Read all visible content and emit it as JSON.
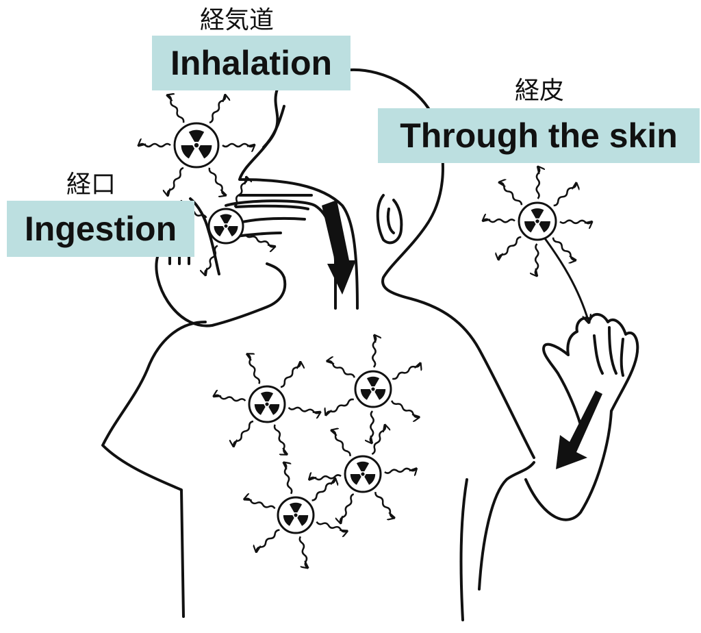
{
  "routes": {
    "inhalation": {
      "jp": "経気道",
      "en": "Inhalation"
    },
    "ingestion": {
      "jp": "経口",
      "en": "Ingestion"
    },
    "skin": {
      "jp": "経皮",
      "en": "Through the skin"
    }
  },
  "colors": {
    "label_bg": "#bcdfe0",
    "ink": "#111111"
  },
  "icons": {
    "particle": "radiation-trefoil-icon"
  }
}
